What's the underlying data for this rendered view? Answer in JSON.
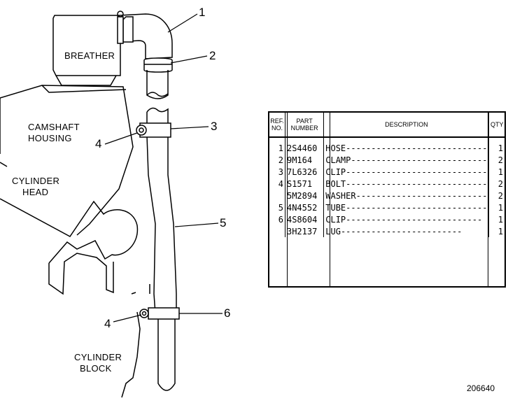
{
  "labels": {
    "breather": "BREATHER",
    "camshaft_housing_1": "CAMSHAFT",
    "camshaft_housing_2": "HOUSING",
    "cylinder_head_1": "CYLINDER",
    "cylinder_head_2": "HEAD",
    "cylinder_block_1": "CYLINDER",
    "cylinder_block_2": "BLOCK"
  },
  "callouts": {
    "c1": "1",
    "c2": "2",
    "c3": "3",
    "c4a": "4",
    "c5": "5",
    "c4b": "4",
    "c6": "6"
  },
  "table": {
    "headers": {
      "ref": "REF. NO.",
      "part_number": "PART NUMBER",
      "description": "DESCRIPTION",
      "qty": "QTY"
    },
    "rows": [
      {
        "ref": "1",
        "part": "2S4460",
        "desc": "HOSE",
        "qty": "1"
      },
      {
        "ref": "2",
        "part": "9M164",
        "desc": "CLAMP",
        "qty": "2"
      },
      {
        "ref": "3",
        "part": "7L6326",
        "desc": "CLIP",
        "qty": "1"
      },
      {
        "ref": "4",
        "part": "S1571",
        "desc": "BOLT",
        "qty": "2"
      },
      {
        "ref": "",
        "part": "5M2894",
        "desc": "WASHER",
        "qty": "2"
      },
      {
        "ref": "5",
        "part": "4N4552",
        "desc": "TUBE",
        "qty": "1"
      },
      {
        "ref": "6",
        "part": "4S8604",
        "desc": "CLIP",
        "qty": "1"
      },
      {
        "ref": "",
        "part": "3H2137",
        "desc": "LUG",
        "qty": "1"
      }
    ]
  },
  "figure_number": "206640"
}
